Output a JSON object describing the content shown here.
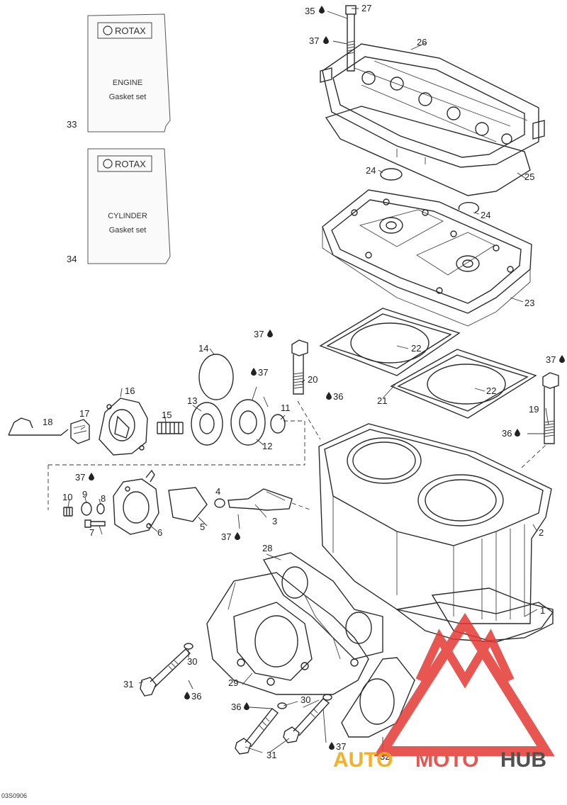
{
  "diagram": {
    "code": "03S0906",
    "gasket_sets": [
      {
        "brand": "ROTAX",
        "line1": "ENGINE",
        "line2": "Gasket set",
        "number": "33"
      },
      {
        "brand": "ROTAX",
        "line1": "CYLINDER",
        "line2": "Gasket set",
        "number": "34"
      }
    ],
    "labels": {
      "p1": "1",
      "p2": "2",
      "p3": "3",
      "p4": "4",
      "p5": "5",
      "p6": "6",
      "p7": "7",
      "p8": "8",
      "p9": "9",
      "p10": "10",
      "p11": "11",
      "p12": "12",
      "p13": "13",
      "p14": "14",
      "p15": "15",
      "p16": "16",
      "p17": "17",
      "p18": "18",
      "p19": "19",
      "p20": "20",
      "p21": "21",
      "p22a": "22",
      "p22b": "22",
      "p23": "23",
      "p24a": "24",
      "p24b": "24",
      "p25": "25",
      "p26": "26",
      "p27": "27",
      "p28": "28",
      "p29": "29",
      "p30a": "30",
      "p30b": "30",
      "p31a": "31",
      "p31b": "31",
      "p32": "32",
      "d35": "35",
      "d37a": "37",
      "d37b": "37",
      "d37c": "37",
      "d37d": "37",
      "d37e": "37",
      "d37f": "37",
      "d37g": "37",
      "d36a": "36",
      "d36b": "36",
      "d36c": "36",
      "d36d": "36"
    }
  },
  "watermark": {
    "part1": "AUTO",
    "part2": "MOTO",
    "part3": "HUB",
    "color_red": "#e53935",
    "color_dark": "#333333",
    "color_orange": "#f4a300"
  }
}
